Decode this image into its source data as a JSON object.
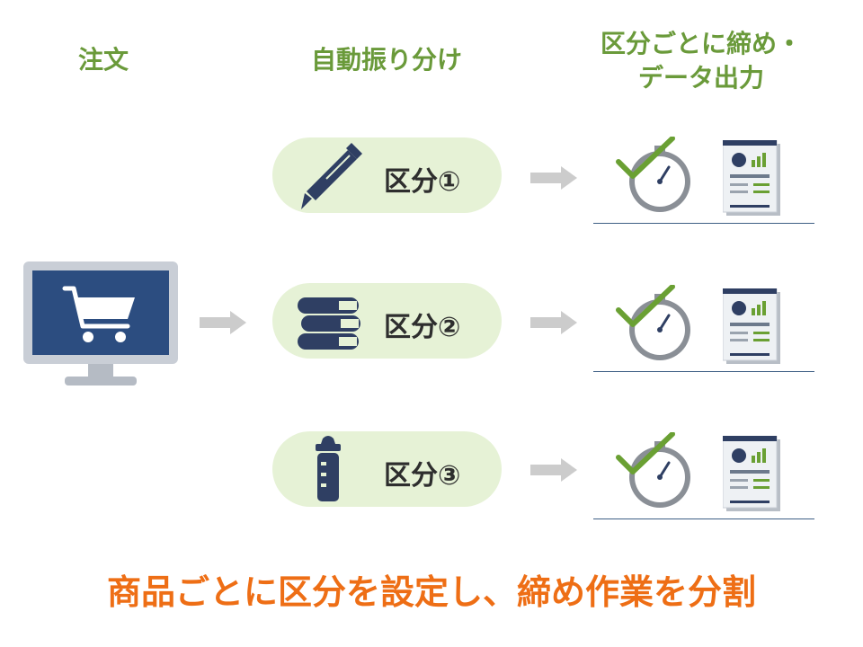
{
  "headers": {
    "order": "注文",
    "sort": "自動振り分け",
    "close_line1": "区分ごとに締め・",
    "close_line2": "データ出力"
  },
  "categories": [
    {
      "label": "区分①",
      "icon": "pen-icon"
    },
    {
      "label": "区分②",
      "icon": "books-icon"
    },
    {
      "label": "区分③",
      "icon": "baby-bottle-icon"
    }
  ],
  "source_icon": "computer-cart-icon",
  "result_icons": [
    "stopwatch-check-icon",
    "report-document-icon"
  ],
  "footer": "商品ごとに区分を設定し、締め作業を分割",
  "colors": {
    "header_green": "#6a9a3a",
    "pill_background": "#e6f2d6",
    "icon_navy": "#2f3f63",
    "arrow_gray": "#cccccc",
    "check_green": "#6aa033",
    "footer_orange": "#ee6e15",
    "baseline_blue": "#3e5f85"
  }
}
